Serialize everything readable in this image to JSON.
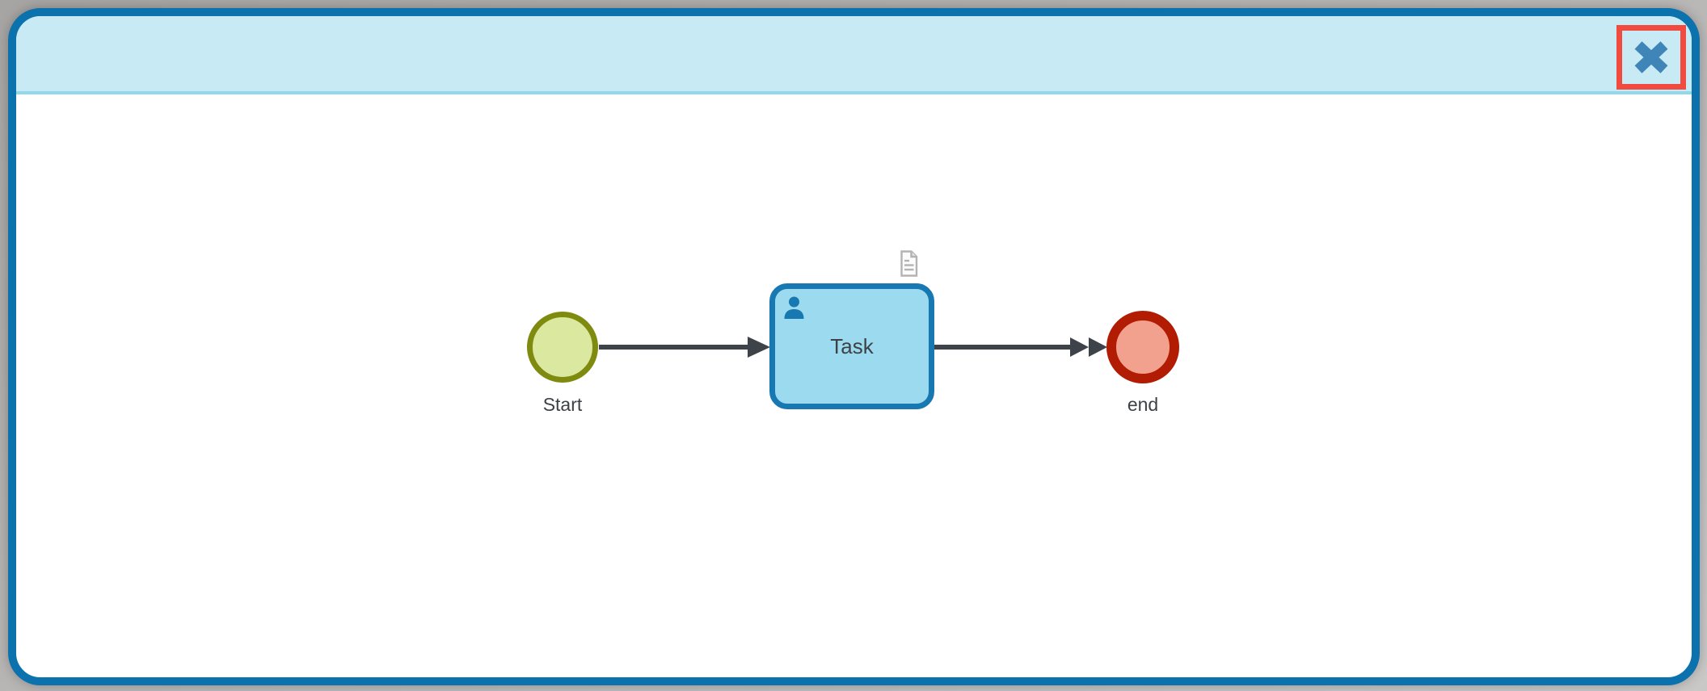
{
  "window": {
    "type": "modal-dialog",
    "close_button": {
      "icon": "close-x",
      "highlighted": true
    }
  },
  "diagram": {
    "type": "bpmn-process",
    "nodes": [
      {
        "name": "start-event",
        "label": "Start",
        "shape": "circle"
      },
      {
        "name": "user-task",
        "label": "Task",
        "shape": "rounded-rectangle",
        "markers": [
          "user-icon",
          "document-icon"
        ]
      },
      {
        "name": "end-event",
        "label": "end",
        "shape": "circle"
      }
    ],
    "flows": [
      {
        "from": "start-event",
        "to": "user-task",
        "arrowheads": 1
      },
      {
        "from": "user-task",
        "to": "end-event",
        "arrowheads": 2
      }
    ]
  },
  "colors": {
    "page_background": "#b7b5b3",
    "modal_border": "#0b72ae",
    "header_background": "#c7eaf5",
    "header_divider": "#92d8eb",
    "body_background": "#ffffff",
    "close_highlight": "#f04b3e",
    "close_glyph": "#4085b8",
    "start_fill": "#dbe8a0",
    "start_stroke": "#7f8b0f",
    "task_fill": "#9cdaef",
    "task_stroke": "#1878b2",
    "end_fill": "#f2a18f",
    "end_stroke": "#b11c02",
    "flow": "#3e434a",
    "label_text": "#3d4247",
    "document_icon": "#b3b3b3"
  }
}
